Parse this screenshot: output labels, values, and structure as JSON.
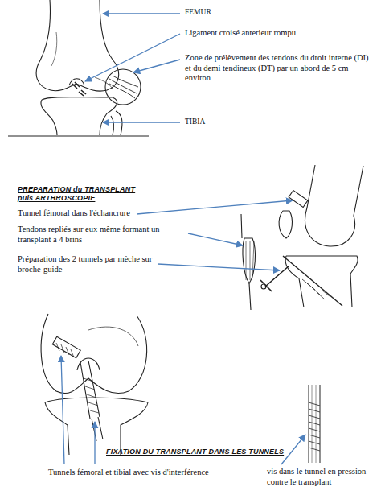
{
  "diagram": {
    "labels": [
      "FEMUR",
      "Ligament croisé anterieur rompu",
      "Zone de prélèvement des tendons du droit interne (DI) et du demi tendineux (DT) par un abord de 5 cm environ",
      "TIBIA",
      "PREPARATION du TRANSPLANT puis ARTHROSCOPIE",
      "Tunnel fémoral dans l'échancrure",
      "Tendons repliés sur eux même formant un transplant à 4 brins",
      "Préparation des 2 tunnels par mèche sur broche-guide",
      "FIXATION DU TRANSPLANT DANS LES TUNNELS",
      "Tunnels fémoral et tibial avec vis d'interférence",
      "vis dans le tunnel en pression contre le transplant"
    ]
  }
}
